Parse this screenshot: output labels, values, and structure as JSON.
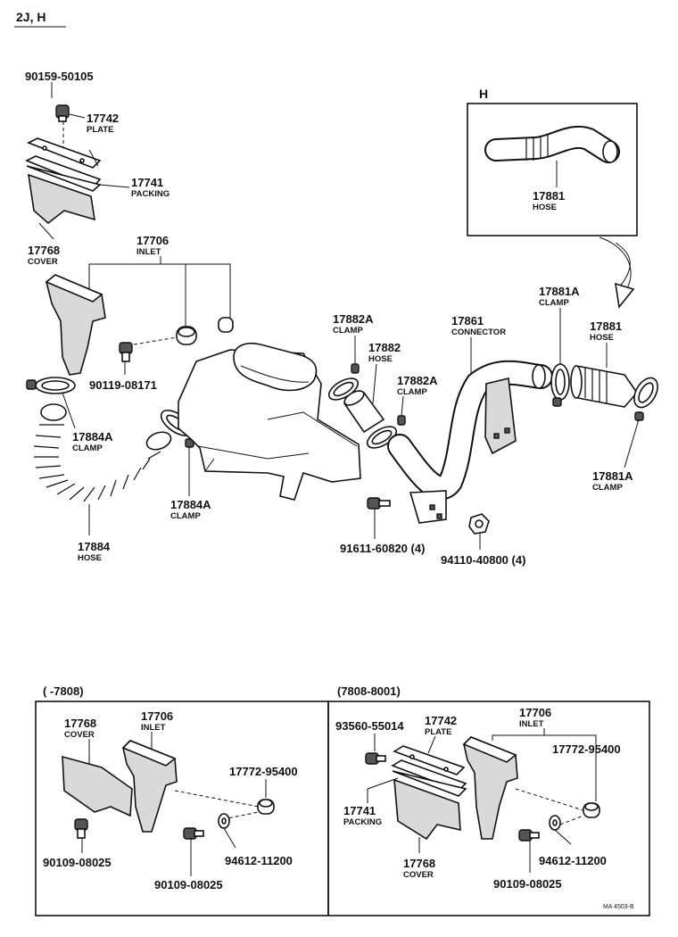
{
  "header": {
    "model": "2J, H"
  },
  "top": {
    "bolt_90159": "90159-50105",
    "plate_no": "17742",
    "plate_name": "PLATE",
    "packing_no": "17741",
    "packing_name": "PACKING",
    "cover_no": "17768",
    "cover_name": "COVER",
    "inlet_no": "17706",
    "inlet_name": "INLET",
    "bolt_90119": "90119-08171",
    "clamp_a_no": "17884A",
    "clamp_a_name": "CLAMP",
    "clamp_b_no": "17884A",
    "clamp_b_name": "CLAMP",
    "hose_17884_no": "17884",
    "hose_17884_name": "HOSE",
    "clamp_17882a_1_no": "17882A",
    "clamp_17882a_1_name": "CLAMP",
    "hose_17882_no": "17882",
    "hose_17882_name": "HOSE",
    "clamp_17882a_2_no": "17882A",
    "clamp_17882a_2_name": "CLAMP",
    "connector_no": "17861",
    "connector_name": "CONNECTOR",
    "bolt_91611": "91611-60820 (4)",
    "nut_94110": "94110-40800 (4)",
    "clamp_17881a_1_no": "17881A",
    "clamp_17881a_1_name": "CLAMP",
    "hose_17881_no": "17881",
    "hose_17881_name": "HOSE",
    "clamp_17881a_2_no": "17881A",
    "clamp_17881a_2_name": "CLAMP"
  },
  "inset_h": {
    "label": "H",
    "hose_no": "17881",
    "hose_name": "HOSE"
  },
  "bottom_left": {
    "range": "(      -7808)",
    "cover_no": "17768",
    "cover_name": "COVER",
    "inlet_no": "17706",
    "inlet_name": "INLET",
    "grommet": "17772-95400",
    "bolt_a": "90109-08025",
    "bolt_b": "90109-08025",
    "washer": "94612-11200"
  },
  "bottom_right": {
    "range": "(7808-8001)",
    "bolt_93560": "93560-55014",
    "plate_no": "17742",
    "plate_name": "PLATE",
    "inlet_no": "17706",
    "inlet_name": "INLET",
    "grommet": "17772-95400",
    "packing_no": "17741",
    "packing_name": "PACKING",
    "cover_no": "17768",
    "cover_name": "COVER",
    "washer": "94612-11200",
    "bolt": "90109-08025"
  },
  "footer": {
    "ref": "MA 4503-B"
  }
}
